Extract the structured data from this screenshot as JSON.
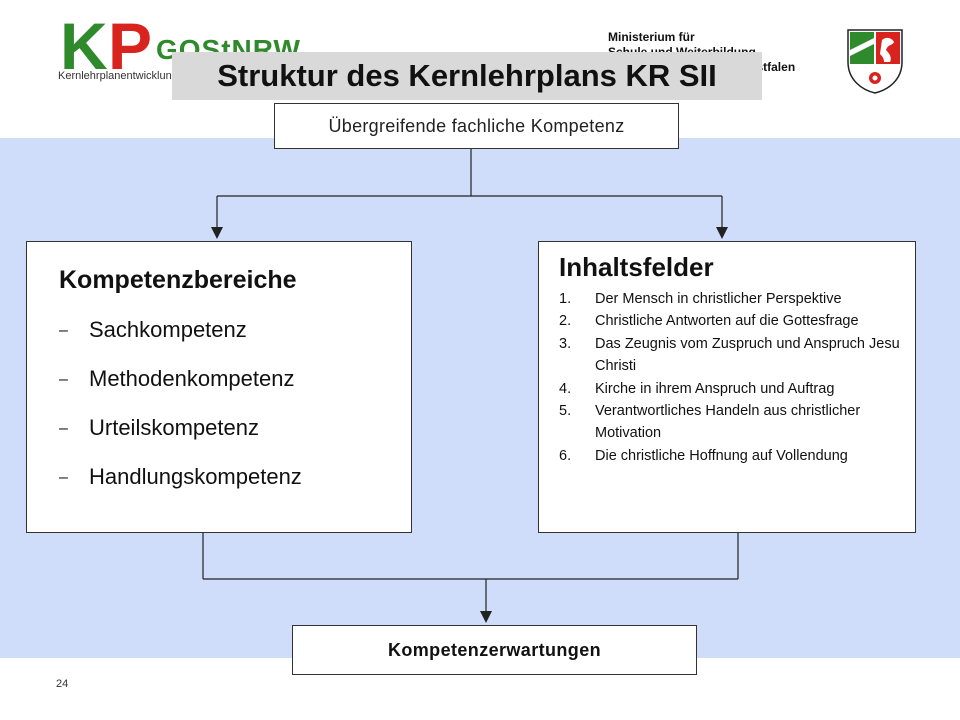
{
  "header": {
    "logo_text_k": "K",
    "logo_text_p": "P",
    "logo_text_gost": "GOStNRW",
    "logo_subtitle": "Kernlehrplanentwicklung",
    "ministry_line1": "Ministerium für",
    "ministry_line2": "Schule und Weiterbildung",
    "ministry_line3": "des Landes Nordrhein-Westfalen"
  },
  "title": "Struktur des Kernlehrplans KR SII",
  "top_box": "Übergreifende fachliche Kompetenz",
  "left_box": {
    "heading": "Kompetenzbereiche",
    "bullet": "–",
    "items": [
      "Sachkompetenz",
      "Methodenkompetenz",
      "Urteilskompetenz",
      "Handlungskompetenz"
    ]
  },
  "right_box": {
    "heading": "Inhaltsfelder",
    "items": [
      {
        "num": "1.",
        "text": "Der Mensch in christlicher Perspektive"
      },
      {
        "num": "2.",
        "text": "Christliche Antworten auf die Gottesfrage"
      },
      {
        "num": "3.",
        "text": "Das Zeugnis vom Zuspruch und Anspruch Jesu Christi"
      },
      {
        "num": "4.",
        "text": "Kirche in ihrem Anspruch und Auftrag"
      },
      {
        "num": "5.",
        "text": "Verantwortliches Handeln aus christlicher Motivation"
      },
      {
        "num": "6.",
        "text": "Die christliche Hoffnung auf Vollendung"
      }
    ]
  },
  "bottom_box": "Kompetenzerwartungen",
  "page_number": "24",
  "colors": {
    "band": "#cfddfb",
    "title_bg": "#d9d9d9",
    "logo_green": "#2f8a2b",
    "logo_red": "#d8231e"
  }
}
